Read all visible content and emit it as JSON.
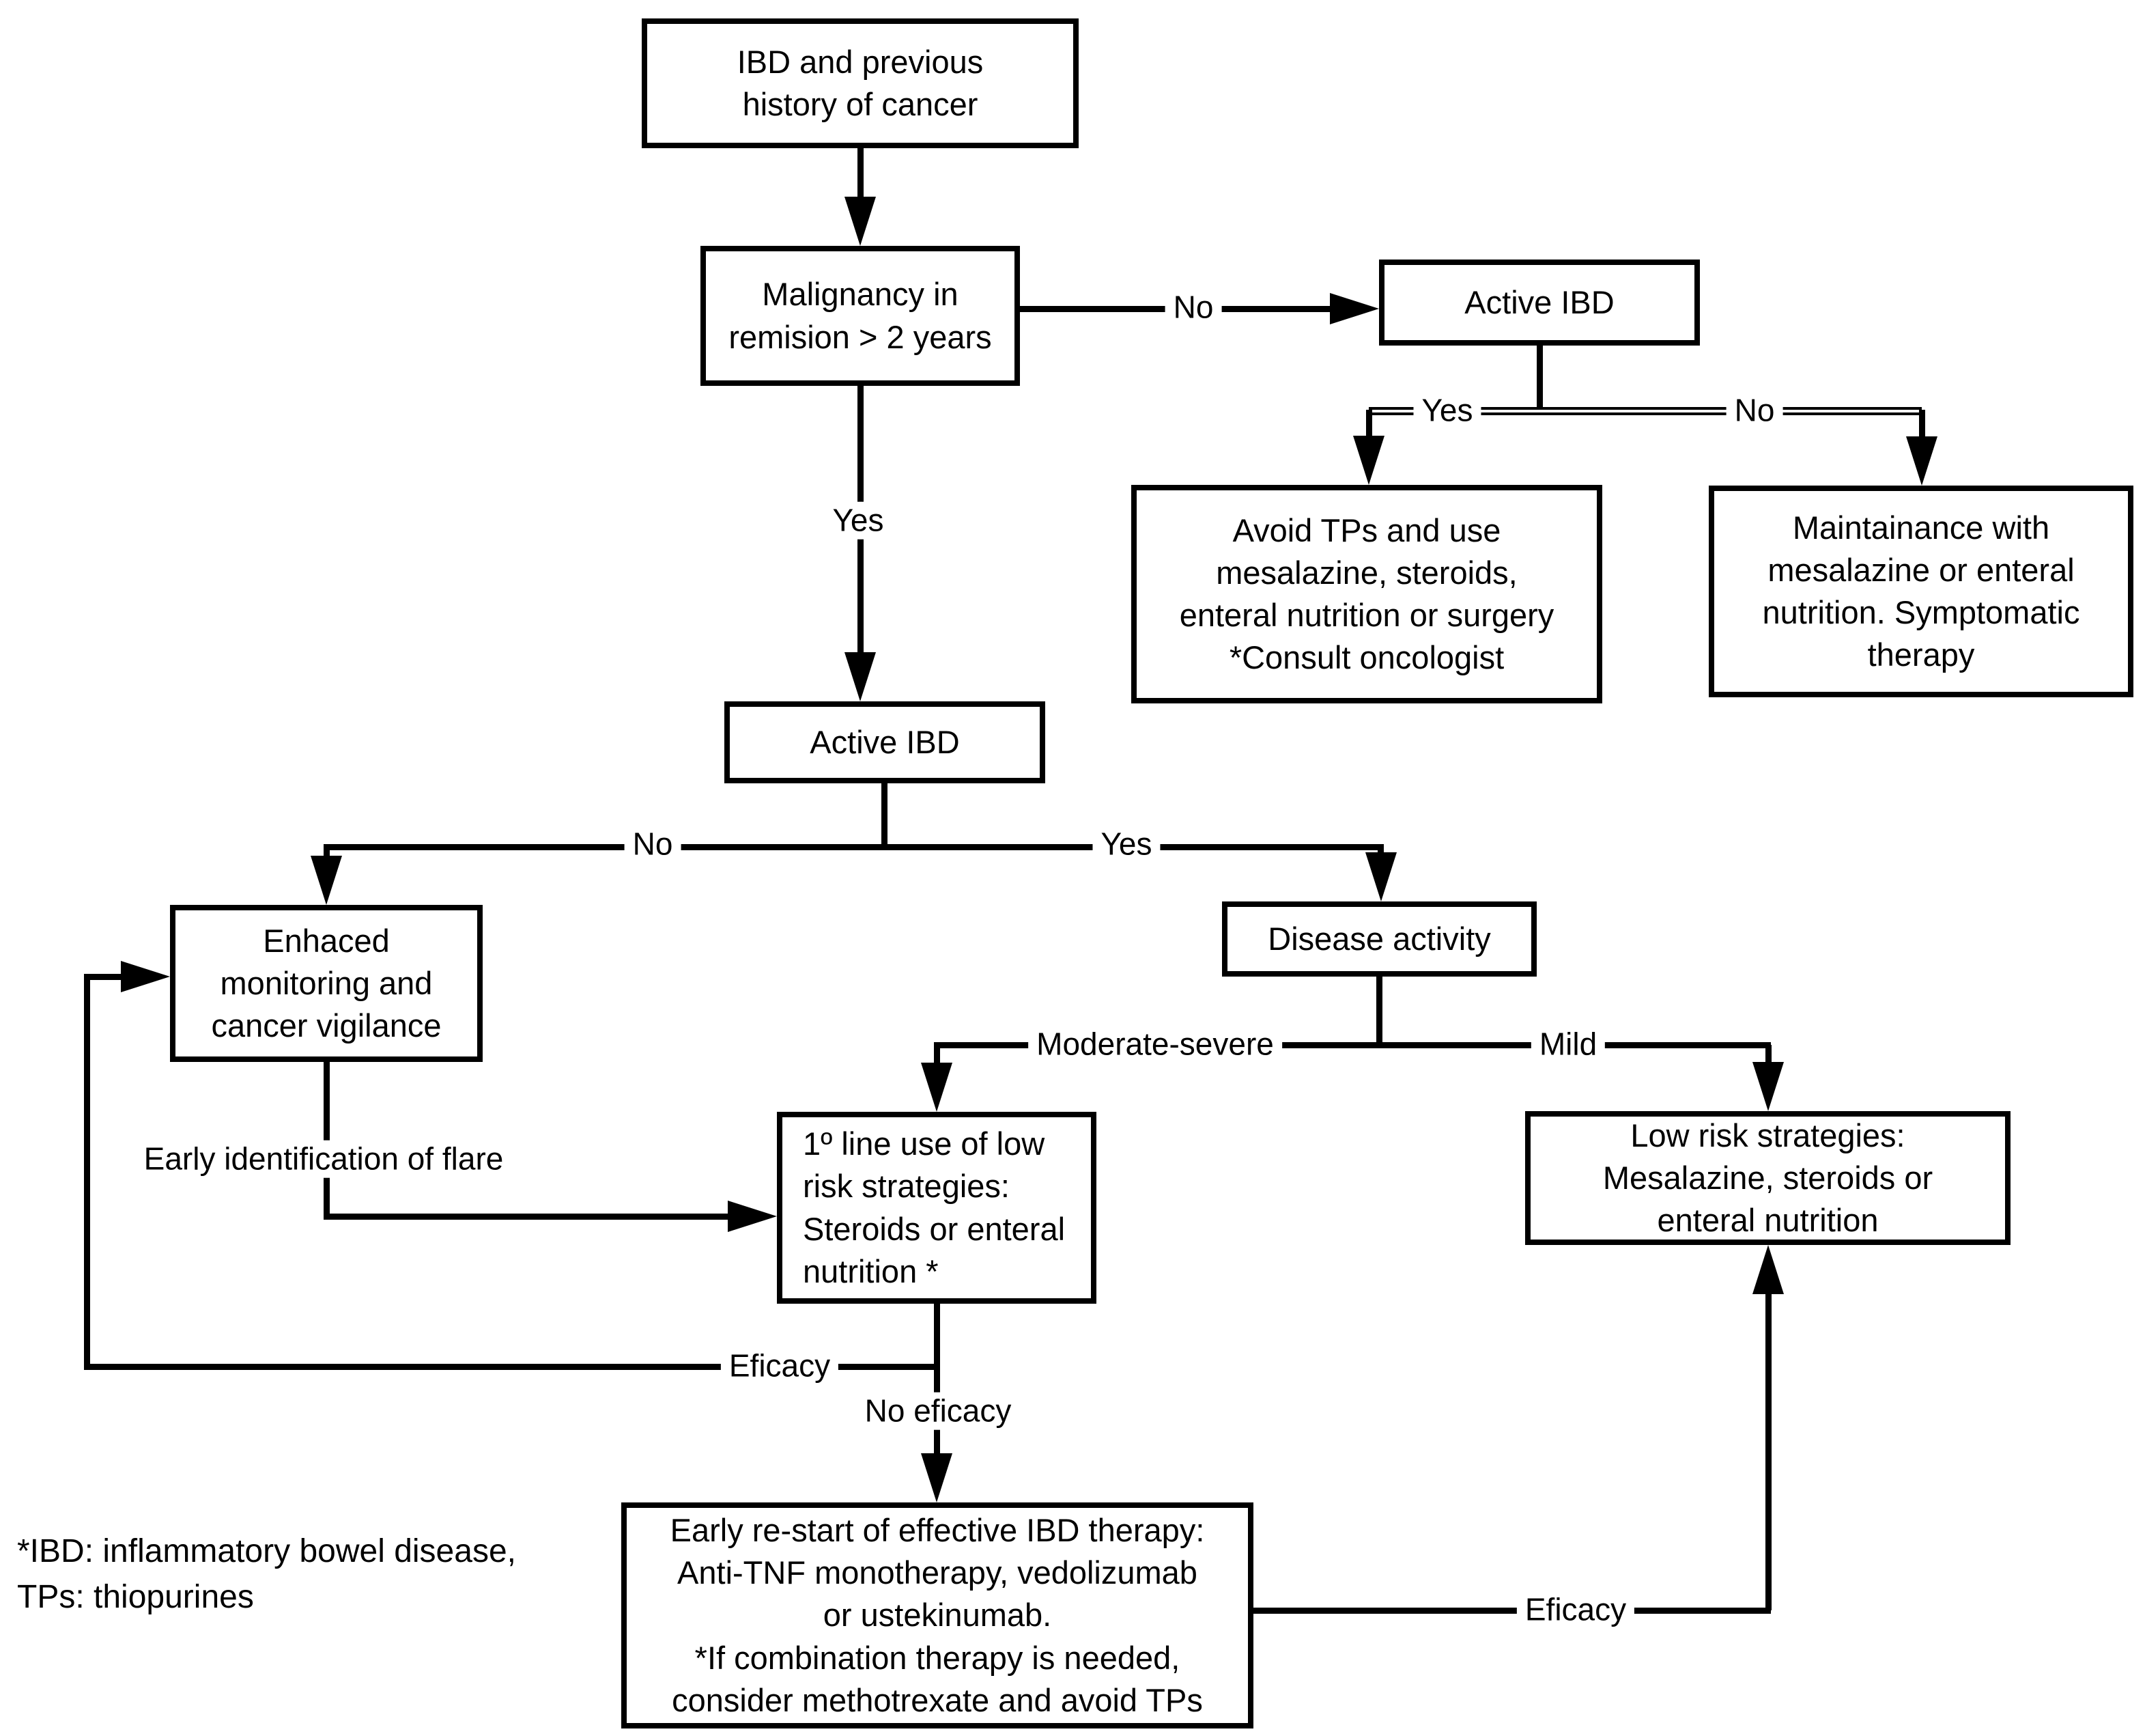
{
  "nodes": {
    "ibd_history": {
      "label": "IBD and previous\nhistory of cancer"
    },
    "malignancy": {
      "label": "Malignancy in\nremision > 2 years"
    },
    "active_ibd_top": {
      "label": "Active IBD"
    },
    "avoid_tps": {
      "label": "Avoid TPs and use\nmesalazine, steroids,\nenteral nutrition or surgery\n*Consult oncologist"
    },
    "maintenance": {
      "label": "Maintainance with\nmesalazine or enteral\nnutrition. Symptomatic\ntherapy"
    },
    "active_ibd_mid": {
      "label": "Active IBD"
    },
    "enhanced_monitoring": {
      "label": "Enhaced\nmonitoring and\ncancer vigilance"
    },
    "disease_activity": {
      "label": "Disease activity"
    },
    "first_line": {
      "label": "1º line use of low\nrisk strategies:\nSteroids or enteral\nnutrition *"
    },
    "low_risk": {
      "label": "Low risk strategies:\nMesalazine, steroids or\nenteral nutrition"
    },
    "restart": {
      "label": "Early re-start of effective IBD therapy:\nAnti-TNF monotherapy, vedolizumab\nor ustekinumab.\n*If combination therapy is needed,\nconsider methotrexate and avoid TPs"
    }
  },
  "edge_labels": {
    "no_remission": "No",
    "yes_remission": "Yes",
    "yes_active_top": "Yes",
    "no_active_top": "No",
    "no_active_mid": "No",
    "yes_active_mid": "Yes",
    "moderate_severe": "Moderate-severe",
    "mild": "Mild",
    "early_identification": "Early identification of flare",
    "eficacy_left": "Eficacy",
    "no_eficacy": "No eficacy",
    "eficacy_right": "Eficacy"
  },
  "footnote": "*IBD: inflammatory bowel disease,\nTPs: thiopurines",
  "colors": {
    "line": "#000000",
    "box_background": "#ffffff",
    "page_background": "#ffffff",
    "text": "#000000"
  }
}
